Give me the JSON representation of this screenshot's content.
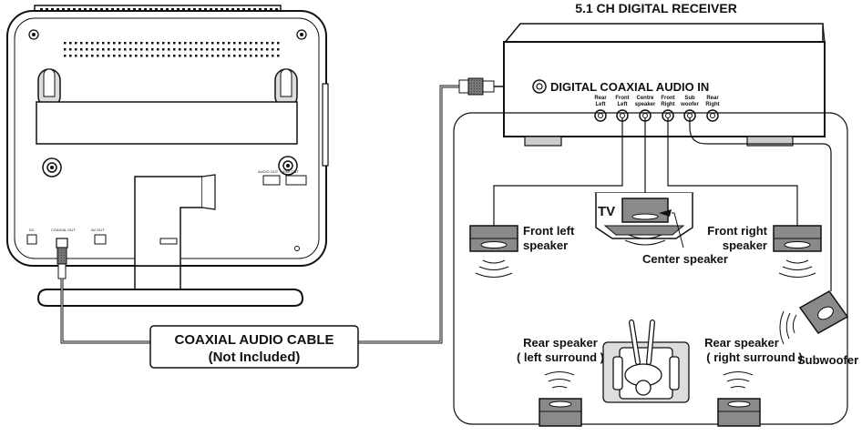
{
  "receiver": {
    "title": "5.1 CH DIGITAL RECEIVER",
    "coax_label": "DIGITAL COAXIAL AUDIO IN",
    "ports": [
      {
        "line1": "Rear",
        "line2": "Left"
      },
      {
        "line1": "Front",
        "line2": "Left"
      },
      {
        "line1": "Centre",
        "line2": "speaker"
      },
      {
        "line1": "Front",
        "line2": "Right"
      },
      {
        "line1": "Sub",
        "line2": "woofer"
      },
      {
        "line1": "Rear",
        "line2": "Right"
      }
    ]
  },
  "cable": {
    "line1": "COAXIAL AUDIO CABLE",
    "line2": "(Not Included)"
  },
  "room": {
    "tv_label": "TV",
    "front_left": [
      "Front left",
      "speaker"
    ],
    "front_right": [
      "Front right",
      "speaker"
    ],
    "center": "Center speaker",
    "rear_left": [
      "Rear speaker",
      "( left surround )"
    ],
    "rear_right": [
      "Rear speaker",
      "( right surround )"
    ],
    "subwoofer": "Subwoofer"
  },
  "device_back": {
    "port_labels": [
      "DC",
      "COAXIAL OUT",
      "AV OUT",
      "AUDIO OUT",
      "HDMI OUT"
    ]
  }
}
